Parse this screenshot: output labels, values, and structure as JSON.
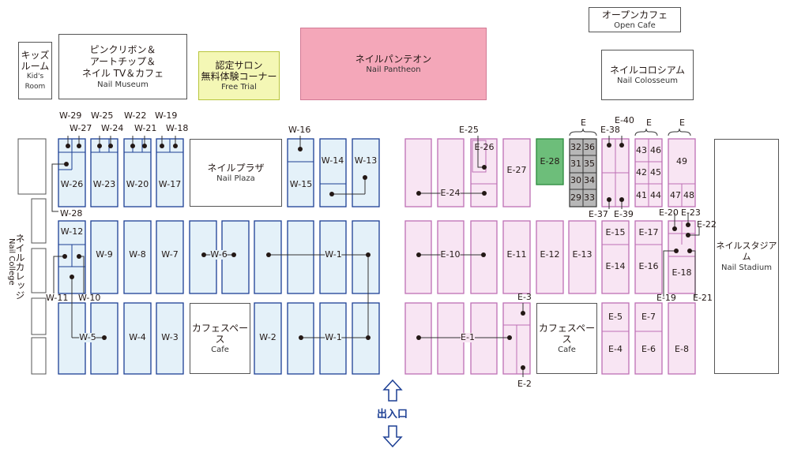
{
  "facilities": {
    "open_cafe": {
      "ja": "オープンカフェ",
      "en": "Open Cafe"
    },
    "kids_room": {
      "ja": "キッズ\nルーム",
      "en": "Kid's Room"
    },
    "museum": {
      "ja": "ピンクリボン＆\nアートチップ＆\nネイル TV＆カフェ",
      "en": "Nail Museum"
    },
    "free_trial": {
      "ja": "認定サロン\n無料体験コーナー",
      "en": "Free Trial"
    },
    "pantheon": {
      "ja": "ネイルパンテオン",
      "en": "Nail Pantheon"
    },
    "colosseum": {
      "ja": "ネイルコロシアム",
      "en": "Nail Colosseum"
    },
    "plaza": {
      "ja": "ネイルプラザ",
      "en": "Nail Plaza"
    },
    "stadium": {
      "ja": "ネイルスタジアム",
      "en": "Nail Stadium"
    },
    "college": {
      "ja": "ネイルカレッジ",
      "en": "Nail College"
    },
    "cafe_west": {
      "ja": "カフェスペース",
      "en": "Cafe"
    },
    "cafe_east": {
      "ja": "カフェスペース",
      "en": "Cafe"
    }
  },
  "entrance": "出入口",
  "brace_label": "E",
  "colors": {
    "west_fill": "#e4f1f9",
    "west_border": "#1c3f94",
    "east_fill": "#f8e5f3",
    "east_border": "#be6fb5",
    "pantheon": "#f4a7b9",
    "free_trial": "#f4f7b5",
    "free_trial_border": "#b8c53c",
    "e28": "#6dbe7a",
    "gray_block": "#b7b7b7"
  },
  "west": {
    "w29": "W-29",
    "w27": "W-27",
    "w25": "W-25",
    "w24": "W-24",
    "w22": "W-22",
    "w21": "W-21",
    "w19": "W-19",
    "w18": "W-18",
    "w16": "W-16",
    "w26": "W-26",
    "w23": "W-23",
    "w20": "W-20",
    "w17": "W-17",
    "w15": "W-15",
    "w14": "W-14",
    "w13": "W-13",
    "w28": "W-28",
    "w12": "W-12",
    "w9": "W-9",
    "w8": "W-8",
    "w7": "W-7",
    "w6": "W-6",
    "w1a": "W-1",
    "w11": "W-11",
    "w10": "W-10",
    "w5": "W-5",
    "w4": "W-4",
    "w3": "W-3",
    "w2": "W-2",
    "w1b": "W-1"
  },
  "east": {
    "e25": "E-25",
    "e26": "E-26",
    "e27": "E-27",
    "e28": "E-28",
    "e24": "E-24",
    "e38": "E-38",
    "e40": "E-40",
    "e37": "E-37",
    "e39": "E-39",
    "e20": "E-20",
    "e23": "E-23",
    "e22": "E-22",
    "e10": "E-10",
    "e11": "E-11",
    "e12": "E-12",
    "e13": "E-13",
    "e15": "E-15",
    "e14": "E-14",
    "e17": "E-17",
    "e16": "E-16",
    "e18": "E-18",
    "e19": "E-19",
    "e21": "E-21",
    "e3": "E-3",
    "e1": "E-1",
    "e2": "E-2",
    "e5": "E-5",
    "e4": "E-4",
    "e7": "E-7",
    "e6": "E-6",
    "e8": "E-8",
    "n49": "49",
    "n47": "47",
    "n48": "48"
  },
  "gray_block": [
    "32",
    "36",
    "31",
    "35",
    "30",
    "34",
    "29",
    "33"
  ],
  "block_43": [
    "43",
    "46",
    "42",
    "45",
    "41",
    "44"
  ]
}
